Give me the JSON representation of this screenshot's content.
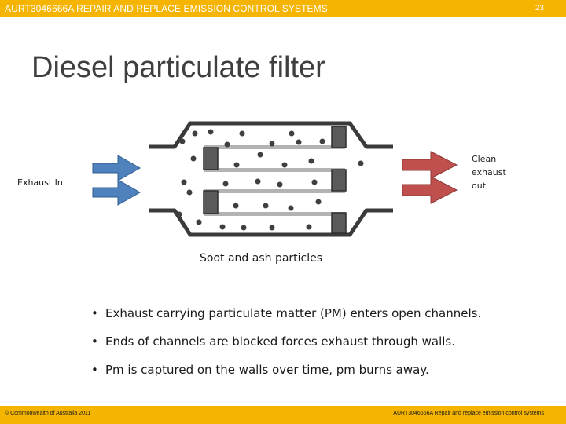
{
  "header": {
    "course_title": "AURT3046666A REPAIR AND REPLACE EMISSION CONTROL SYSTEMS",
    "page_number": "23"
  },
  "slide": {
    "title": "Diesel particulate filter"
  },
  "diagram": {
    "label_in": "Exhaust In",
    "label_out": "Clean exhaust out",
    "label_soot": "Soot and ash particles",
    "colors": {
      "inlet_arrow": "#4f81bd",
      "outlet_arrow": "#c0504d",
      "housing": "#3a3a3a",
      "plug": "#5a5a5a",
      "channel_wall": "#b3b3b3",
      "particle": "#3f3f3f"
    }
  },
  "bullets": [
    "Exhaust carrying particulate matter (PM) enters open channels.",
    "Ends of channels are blocked forces exhaust through walls.",
    "Pm is captured on the walls over time, pm burns away."
  ],
  "footer": {
    "left": "© Commonwealth of Australia 2011",
    "right": "AURT3046666A Repair and replace emission control systems"
  }
}
